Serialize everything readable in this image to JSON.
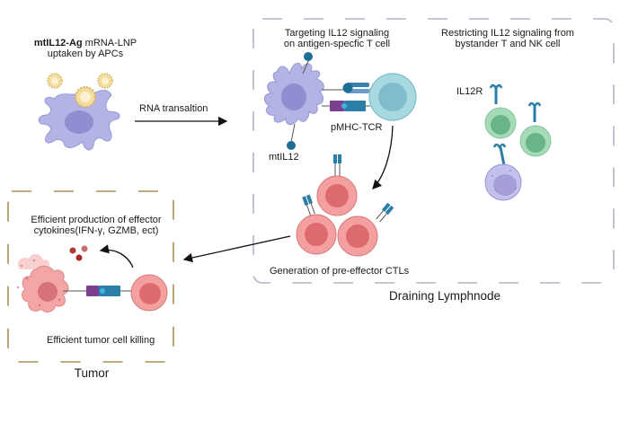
{
  "stage1": {
    "title_bold": "mtIL12-Ag",
    "title_rest": " mRNA-LNP",
    "title_line2": "uptaken by APCs",
    "arrow_label": "RNA transaltion"
  },
  "lymphnode": {
    "region_label": "Draining Lymphnode",
    "left_title_line1": "Targeting IL12 signaling",
    "left_title_line2": "on antigen-specfic T cell",
    "right_title_line1": "Restricting IL12 signaling from",
    "right_title_line2": "bystander T and NK cell",
    "mtil12_label": "mtIL12",
    "pmhc_label": "pMHC-TCR",
    "il12r_label": "IL12R",
    "ctl_label": "Generation of pre-effector CTLs"
  },
  "tumor": {
    "region_label": "Tumor",
    "title_line1": "Efficient production of effector",
    "title_line2": "cytokines(IFN-γ, GZMB, ect)",
    "killing_label": "Efficient tumor cell killing"
  },
  "colors": {
    "apc": "#b3b3e6",
    "apc_nucleus": "#8e8ed0",
    "lnp": "#e8c87a",
    "tcell_blue": "#a8d8e0",
    "ctl_pink": "#f08a8a",
    "ctl_nucleus": "#dc6a6e",
    "bystander_green": "#a6dbb8",
    "nk_purple": "#b3aee6",
    "receptor_teal": "#2a7fa6",
    "mhc_purple": "#7a3f8f",
    "lymph_border": "#aeb6c8",
    "tumor_border": "#a69055"
  }
}
